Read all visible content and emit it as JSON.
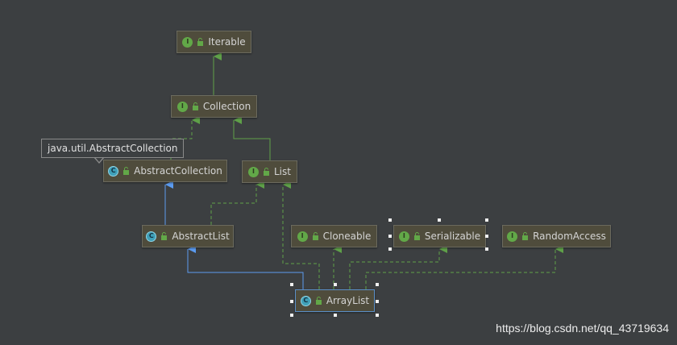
{
  "nodes": {
    "iterable": {
      "label": "Iterable",
      "kind": "interface",
      "badge": "I"
    },
    "collection": {
      "label": "Collection",
      "kind": "interface",
      "badge": "I"
    },
    "abstract_collection": {
      "label": "AbstractCollection",
      "kind": "class",
      "badge": "C"
    },
    "list": {
      "label": "List",
      "kind": "interface",
      "badge": "I"
    },
    "abstract_list": {
      "label": "AbstractList",
      "kind": "class",
      "badge": "C"
    },
    "cloneable": {
      "label": "Cloneable",
      "kind": "interface",
      "badge": "I"
    },
    "serializable": {
      "label": "Serializable",
      "kind": "interface",
      "badge": "I"
    },
    "random_access": {
      "label": "RandomAccess",
      "kind": "interface",
      "badge": "I"
    },
    "array_list": {
      "label": "ArrayList",
      "kind": "class",
      "badge": "C"
    }
  },
  "tooltip": {
    "text": "java.util.AbstractCollection"
  },
  "watermark": {
    "text": "https://blog.csdn.net/qq_43719634"
  },
  "edges": [
    {
      "from": "collection",
      "to": "iterable",
      "type": "extends"
    },
    {
      "from": "list",
      "to": "collection",
      "type": "extends"
    },
    {
      "from": "abstract_collection",
      "to": "collection",
      "type": "implements"
    },
    {
      "from": "abstract_list",
      "to": "abstract_collection",
      "type": "class-extends"
    },
    {
      "from": "abstract_list",
      "to": "list",
      "type": "implements"
    },
    {
      "from": "array_list",
      "to": "abstract_list",
      "type": "class-extends"
    },
    {
      "from": "array_list",
      "to": "list",
      "type": "implements"
    },
    {
      "from": "array_list",
      "to": "cloneable",
      "type": "implements"
    },
    {
      "from": "array_list",
      "to": "serializable",
      "type": "implements"
    },
    {
      "from": "array_list",
      "to": "random_access",
      "type": "implements"
    }
  ],
  "colors": {
    "background": "#3c3f41",
    "node_fill": "#4f4c3c",
    "interface_badge": "#62a848",
    "class_badge": "#3fa0b8",
    "edge_interface": "#5fa049",
    "edge_class": "#5b9bf0"
  }
}
